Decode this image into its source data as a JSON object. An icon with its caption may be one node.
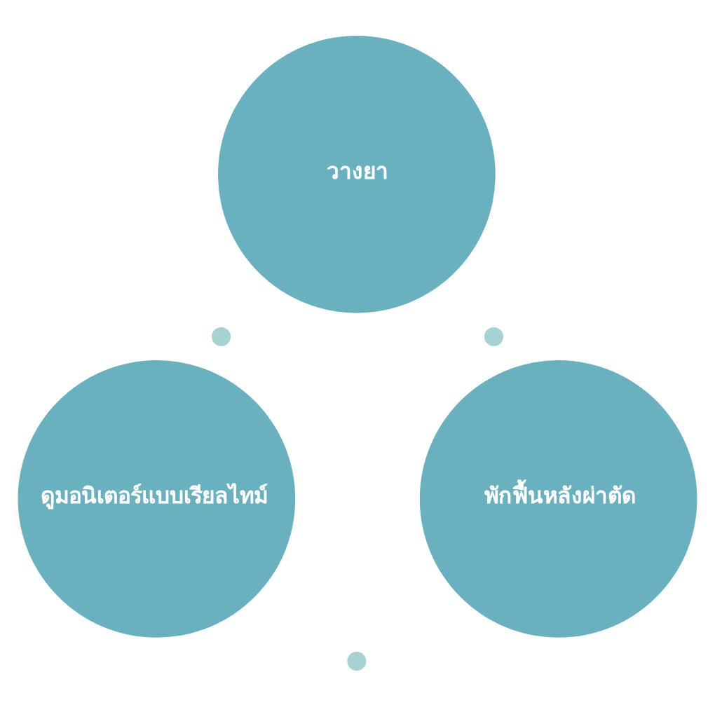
{
  "diagram": {
    "nodes": [
      {
        "text": [
          "วางยา"
        ]
      },
      {
        "text": [],
        "shape": "circle"
      },
      {
        "text": [],
        "shape": "circle"
      },
      {
        "text": [
          "ดูมอนิเตอร์แบบเรียลไทม์"
        ]
      },
      {
        "text": [
          "พักฟื้นหลังผ่าตัด"
        ]
      },
      {
        "text": [],
        "shape": "circle"
      }
    ]
  }
}
